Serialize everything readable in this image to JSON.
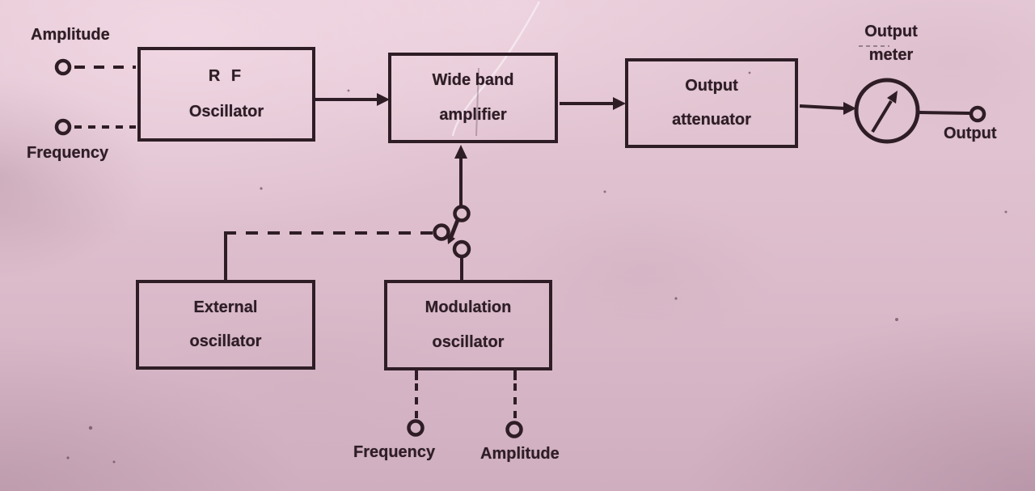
{
  "colors": {
    "ink": "#2e1d25",
    "paper": "#dcbccb"
  },
  "blocks": {
    "rf_oscillator": {
      "line1": "R F",
      "line2": "Oscillator"
    },
    "wideband_amplifier": {
      "line1": "Wide band",
      "line2": "amplifier"
    },
    "output_attenuator": {
      "line1": "Output",
      "line2": "attenuator"
    },
    "external_oscillator": {
      "line1": "External",
      "line2": "oscillator"
    },
    "modulation_oscillator": {
      "line1": "Modulation",
      "line2": "oscillator"
    }
  },
  "terminals": {
    "amplitude_in": "Amplitude",
    "frequency_in": "Frequency",
    "output": "Output",
    "frequency_mod": "Frequency",
    "amplitude_mod": "Amplitude"
  },
  "meter": {
    "label_line1": "Output",
    "label_line2": "meter"
  }
}
